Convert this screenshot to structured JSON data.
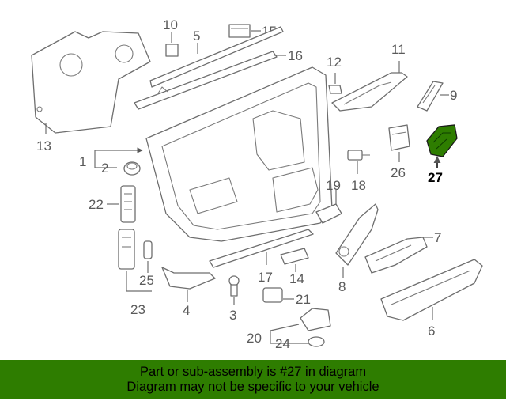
{
  "diagram": {
    "callouts": {
      "c1": "1",
      "c2": "2",
      "c3": "3",
      "c4": "4",
      "c5": "5",
      "c6": "6",
      "c7": "7",
      "c8": "8",
      "c9": "9",
      "c10": "10",
      "c11": "11",
      "c12": "12",
      "c13": "13",
      "c14": "14",
      "c15": "15",
      "c16": "16",
      "c17": "17",
      "c18": "18",
      "c19": "19",
      "c20": "20",
      "c21": "21",
      "c22": "22",
      "c23": "23",
      "c24": "24",
      "c25": "25",
      "c26": "26",
      "c27": "27"
    },
    "highlight_color": "#2e7d00"
  },
  "banner": {
    "line1": "Part or sub-assembly is #27 in diagram",
    "line2": "Diagram may not be specific to your vehicle"
  }
}
